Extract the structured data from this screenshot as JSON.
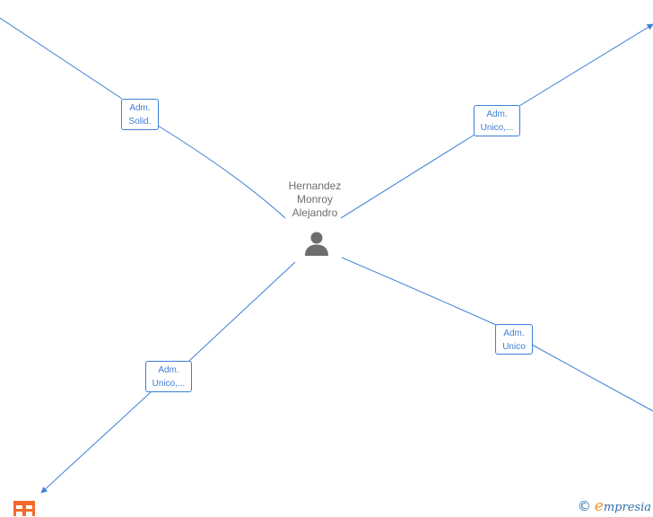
{
  "person": {
    "name_lines": [
      "Hernandez",
      "Monroy",
      "Alejandro"
    ],
    "icon": "person-icon"
  },
  "roles": [
    {
      "id": "top-left",
      "lines": [
        "Adm.",
        "Solid."
      ]
    },
    {
      "id": "top-right",
      "lines": [
        "Adm.",
        "Unico,..."
      ]
    },
    {
      "id": "bottom-left",
      "lines": [
        "Adm.",
        "Unico,..."
      ]
    },
    {
      "id": "bottom-right",
      "lines": [
        "Adm.",
        "Unico"
      ]
    }
  ],
  "footer": {
    "copyright_symbol": "©",
    "brand_first": "e",
    "brand_rest": "mpresia",
    "company_icon": "building-icon"
  },
  "colors": {
    "edge": "#3d7fd6",
    "node_text": "#6d6d6d",
    "person_icon": "#6d6d6d",
    "building_icon": "#f26a2a",
    "brand": "#2e6fa7",
    "brand_accent": "#f0932b"
  }
}
